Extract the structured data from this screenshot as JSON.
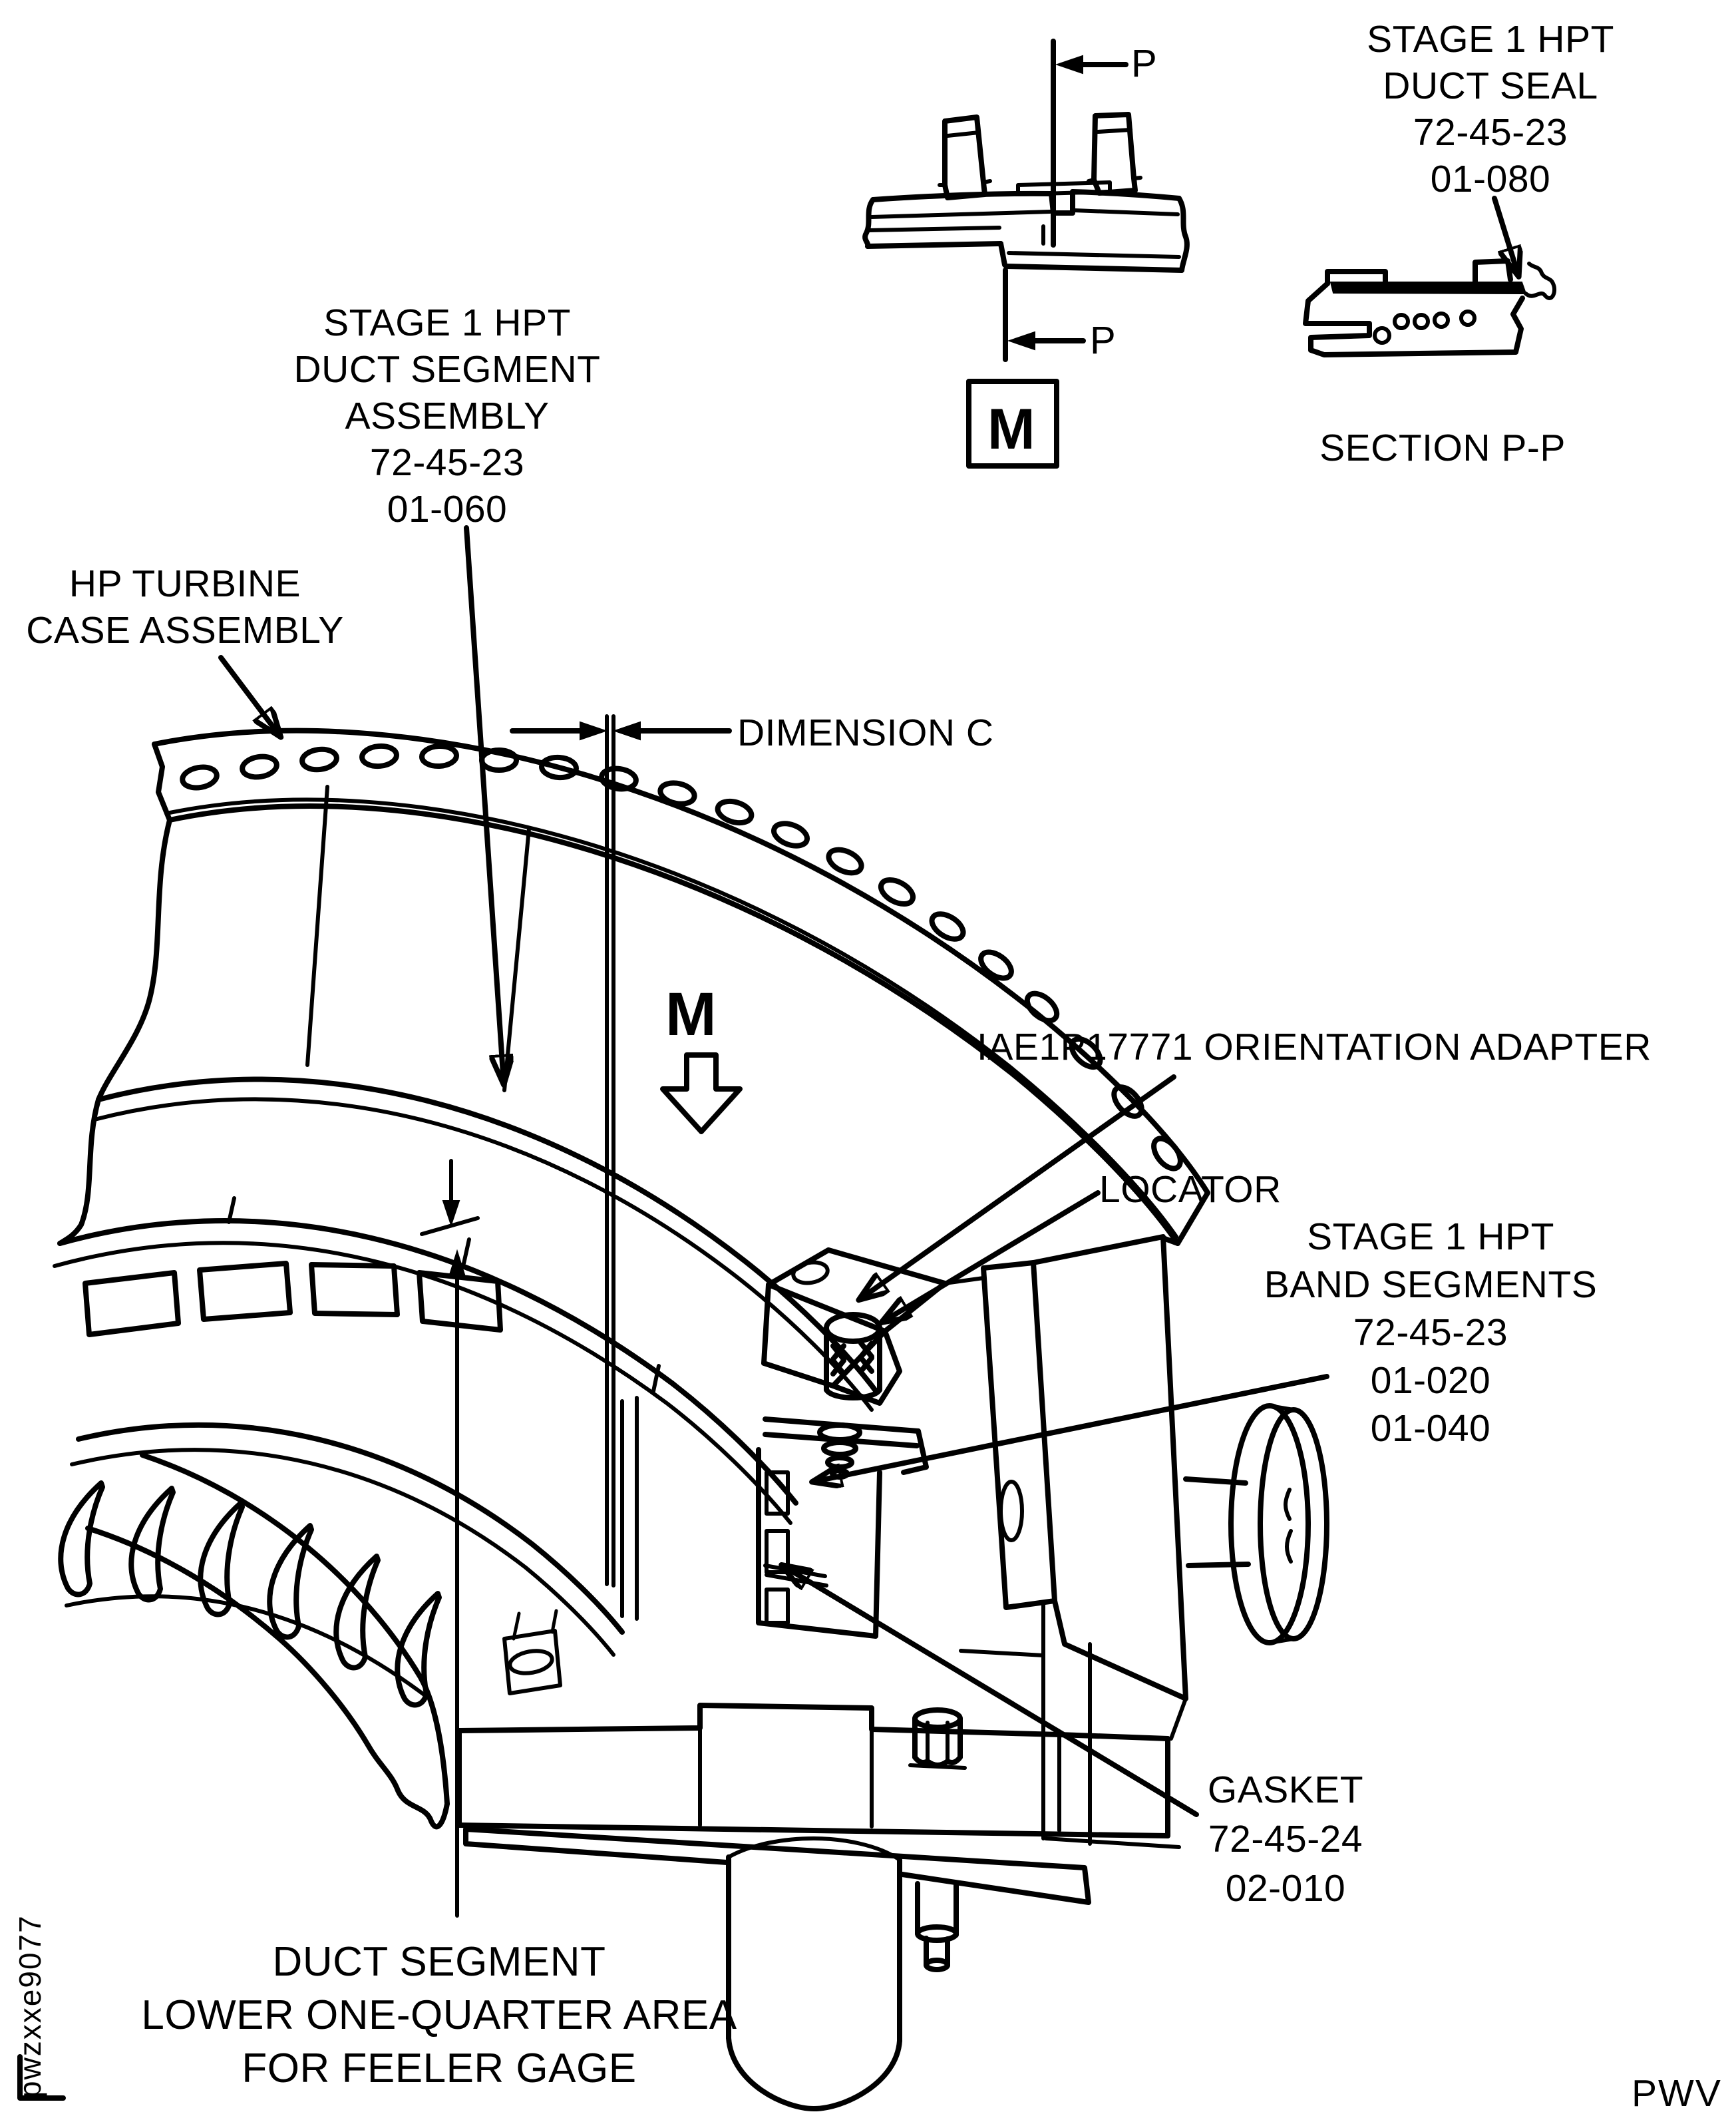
{
  "figure": {
    "bottom_left_code": "pwzxxe9077",
    "bottom_right_code": "PWV",
    "line_color": "#000000",
    "background_color": "#ffffff"
  },
  "callouts": {
    "duct_segment_assembly": {
      "lines": [
        "STAGE 1 HPT",
        "DUCT SEGMENT",
        "ASSEMBLY",
        "72-45-23",
        "01-060"
      ]
    },
    "hp_turbine_case": {
      "lines": [
        "HP TURBINE",
        "CASE ASSEMBLY"
      ]
    },
    "dimension_c": {
      "text": "DIMENSION C"
    },
    "duct_seal": {
      "lines": [
        "STAGE 1 HPT",
        "DUCT SEAL",
        "72-45-23",
        "01-080"
      ]
    },
    "section_pp": {
      "caption": "SECTION P-P"
    },
    "orientation_adapter": {
      "text": "IAE1P17771 ORIENTATION ADAPTER"
    },
    "locator": {
      "text": "LOCATOR"
    },
    "band_segments": {
      "lines": [
        "STAGE 1 HPT",
        "BAND SEGMENTS",
        "72-45-23",
        "01-020",
        "01-040"
      ]
    },
    "gasket": {
      "lines": [
        "GASKET",
        "72-45-24",
        "02-010"
      ]
    },
    "feeler_gage": {
      "lines": [
        "DUCT SEGMENT",
        "LOWER ONE-QUARTER AREA",
        "FOR FEELER GAGE"
      ]
    },
    "view_m_indicator": {
      "letter": "M"
    },
    "view_m_box": {
      "letter": "M"
    },
    "section_cut_top": {
      "letter": "P"
    },
    "section_cut_bottom": {
      "letter": "P"
    }
  }
}
